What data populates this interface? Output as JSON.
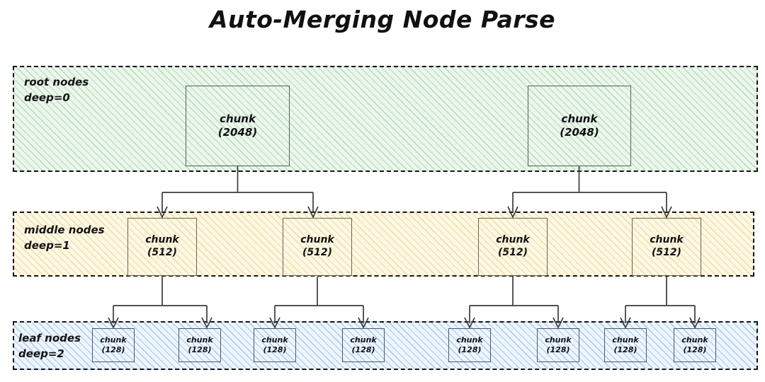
{
  "title": "Auto-Merging Node Parse",
  "bands": [
    {
      "id": "root",
      "label": "root nodes\ndeep=0",
      "name": "root nodes",
      "depth": "deep=0",
      "fill": "#ecf6ec",
      "hatch": "#78be82"
    },
    {
      "id": "middle",
      "label": "middle nodes\ndeep=1",
      "name": "middle nodes",
      "depth": "deep=1",
      "fill": "#fdf8e6",
      "hatch": "#e2be50"
    },
    {
      "id": "leaf",
      "label": "leaf nodes\ndeep=2",
      "name": "leaf nodes",
      "depth": "deep=2",
      "fill": "#eef5fd",
      "hatch": "#64a0e1"
    }
  ],
  "nodes": {
    "root": [
      {
        "l1": "chunk",
        "l2": "(2048)"
      },
      {
        "l1": "chunk",
        "l2": "(2048)"
      }
    ],
    "middle": [
      {
        "l1": "chunk",
        "l2": "(512)"
      },
      {
        "l1": "chunk",
        "l2": "(512)"
      },
      {
        "l1": "chunk",
        "l2": "(512)"
      },
      {
        "l1": "chunk",
        "l2": "(512)"
      }
    ],
    "leaf": [
      {
        "l1": "chunk",
        "l2": "(128)"
      },
      {
        "l1": "chunk",
        "l2": "(128)"
      },
      {
        "l1": "chunk",
        "l2": "(128)"
      },
      {
        "l1": "chunk",
        "l2": "(128)"
      },
      {
        "l1": "chunk",
        "l2": "(128)"
      },
      {
        "l1": "chunk",
        "l2": "(128)"
      },
      {
        "l1": "chunk",
        "l2": "(128)"
      },
      {
        "l1": "chunk",
        "l2": "(128)"
      }
    ]
  },
  "colors": {
    "stroke": "#3b3b3b",
    "band_border": "#141414",
    "text": "#111111",
    "background": "#ffffff"
  }
}
